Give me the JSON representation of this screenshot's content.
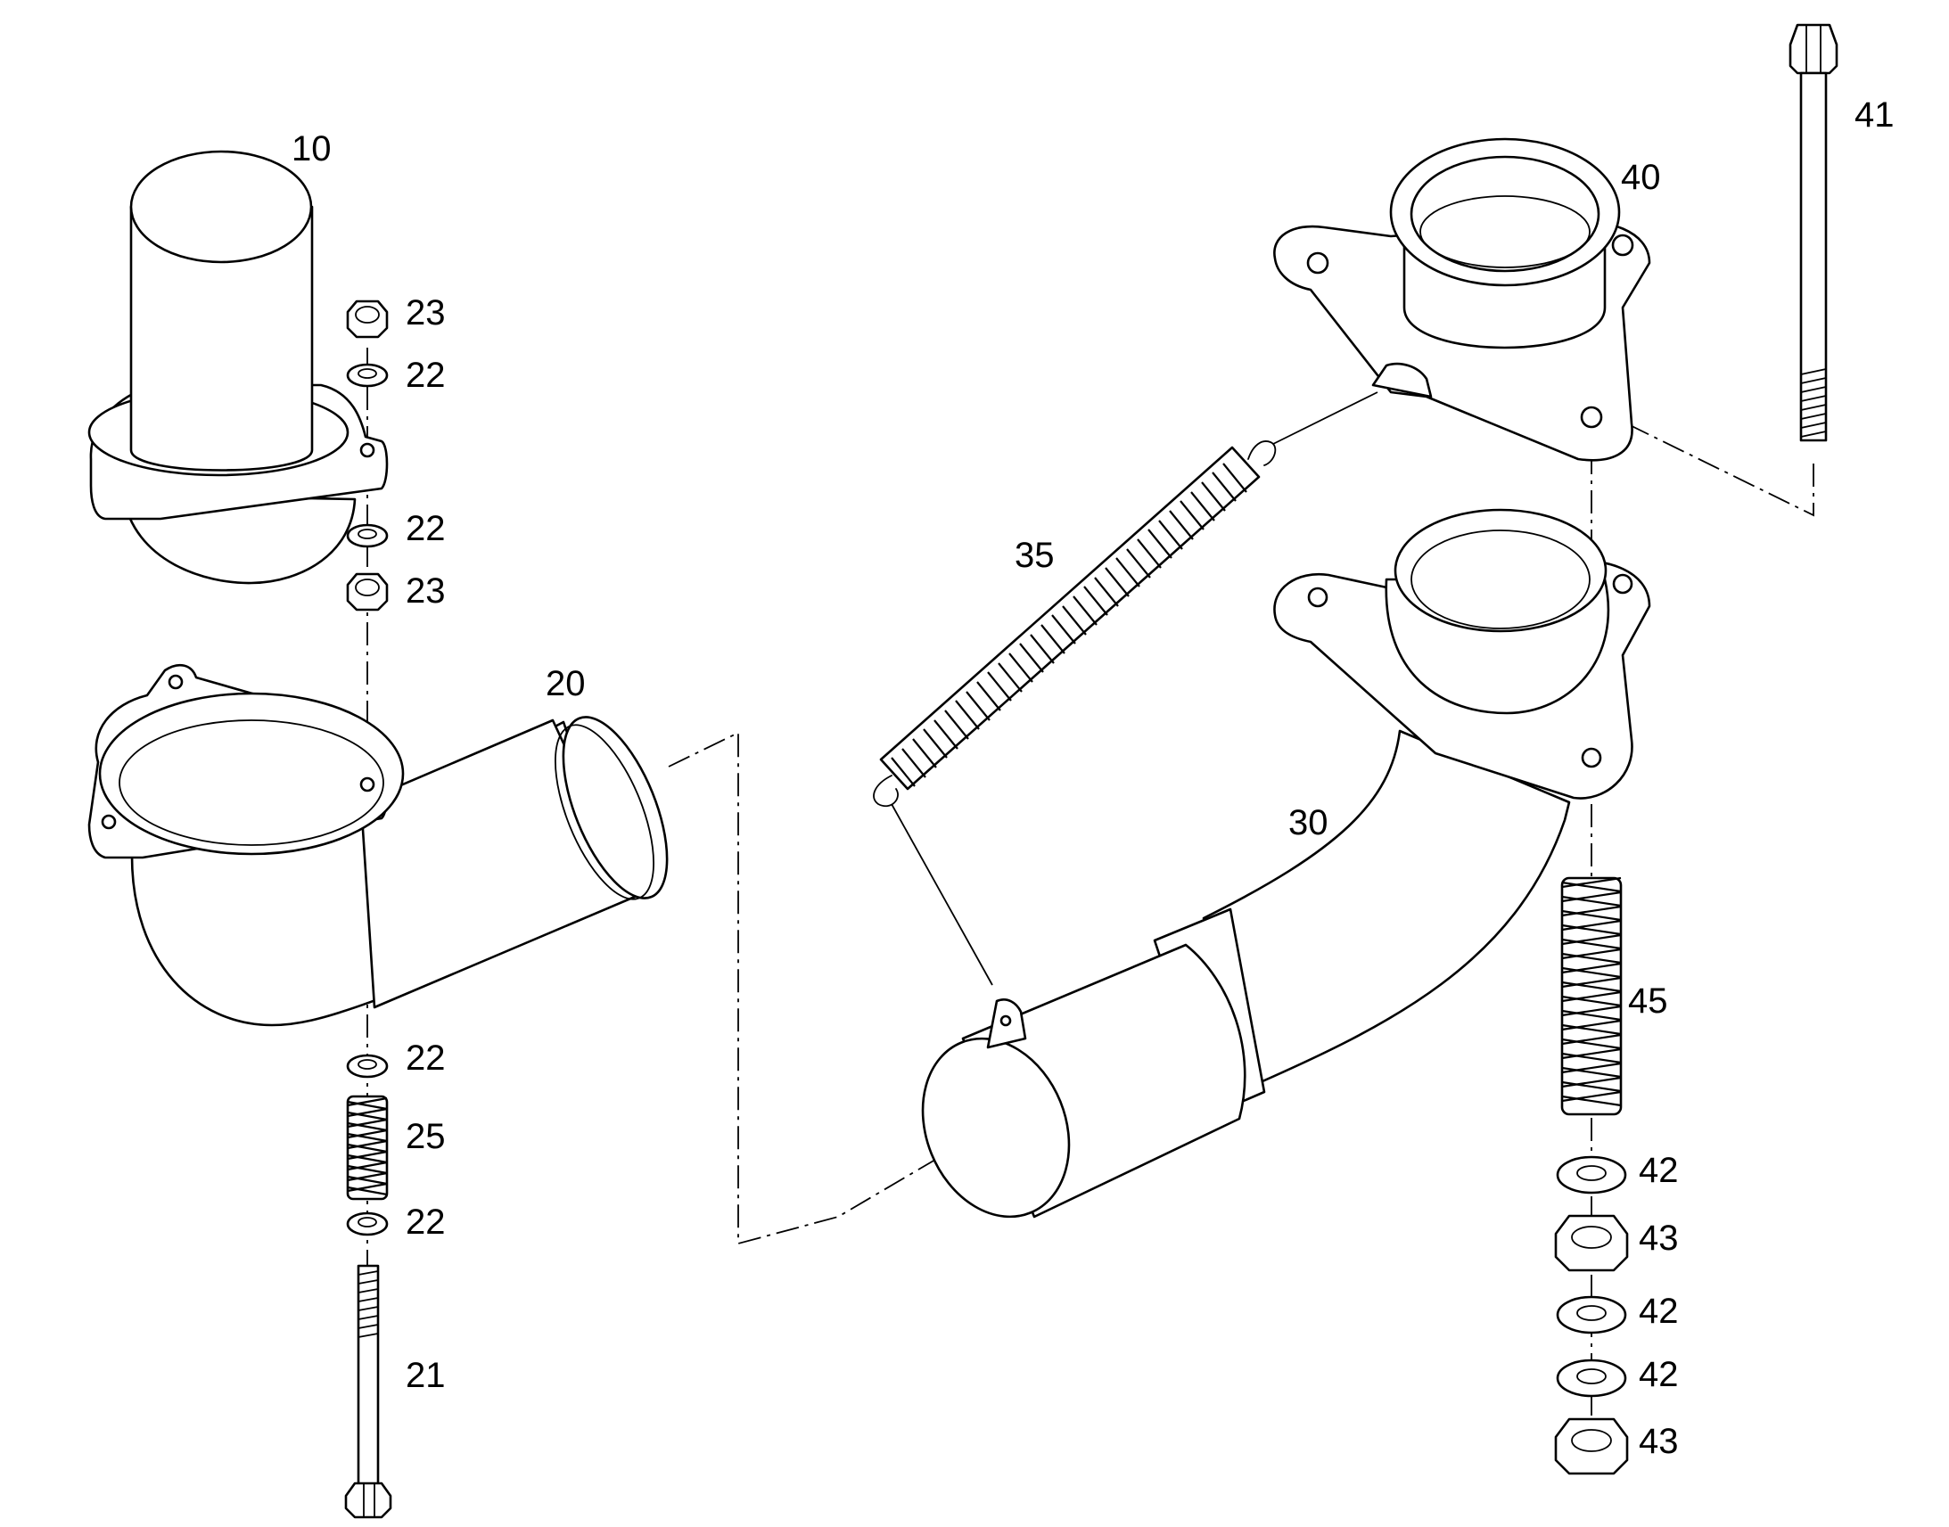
{
  "labels": {
    "l10": "10",
    "l20": "20",
    "l21": "21",
    "l22a": "22",
    "l22b": "22",
    "l22c": "22",
    "l22d": "22",
    "l23a": "23",
    "l23b": "23",
    "l25": "25",
    "l30": "30",
    "l35": "35",
    "l40": "40",
    "l41": "41",
    "l42a": "42",
    "l42b": "42",
    "l42c": "42",
    "l43a": "43",
    "l43b": "43",
    "l45": "45"
  },
  "colors": {
    "line": "#000000",
    "background": "#ffffff"
  }
}
